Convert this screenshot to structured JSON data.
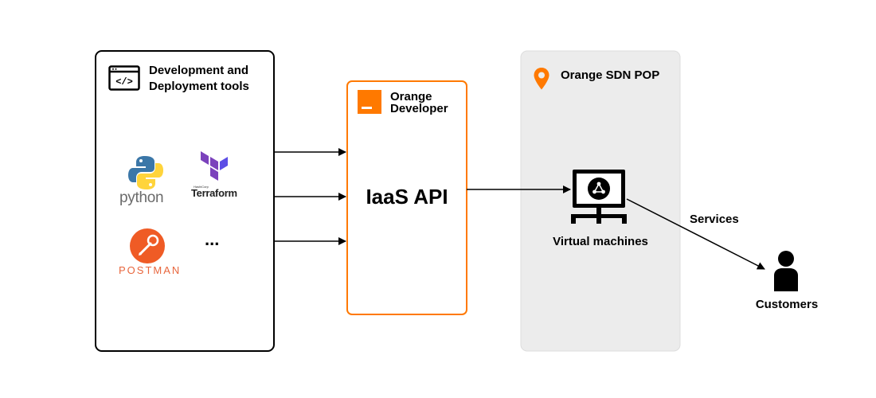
{
  "tools": {
    "title": "Development and Deployment tools",
    "python_label": "python",
    "terraform_label": "Terraform",
    "terraform_vendor": "HashiCorp",
    "postman_label": "POSTMAN",
    "more": "..."
  },
  "orange_developer": {
    "title_line1": "Orange",
    "title_line2": "Developer",
    "api_label": "IaaS API"
  },
  "sdn_pop": {
    "title": "Orange SDN POP",
    "vm_label": "Virtual machines"
  },
  "services_label": "Services",
  "customers_label": "Customers",
  "colors": {
    "orange": "#ff7900",
    "pop_bg": "#ececec",
    "python_blue": "#3b77a8",
    "python_yellow": "#ffd43b",
    "terraform_purple": "#7b42bc",
    "postman_orange": "#ef5b25"
  }
}
